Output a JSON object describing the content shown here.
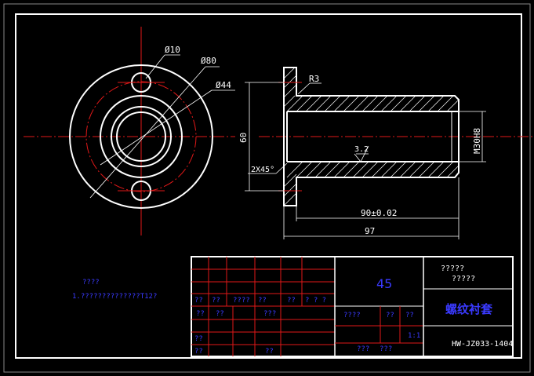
{
  "drawing": {
    "dims": {
      "hole_dia": "Ø10",
      "flange_dia": "Ø80",
      "pcd_dia": "Ø44",
      "radius": "R3",
      "height": "60",
      "thread": "M30H8",
      "chamfer": "2X45°",
      "roughness": "3.2",
      "length_tol": "90±0.02",
      "total_length": "97"
    }
  },
  "notes": {
    "title": "????",
    "body": "1.??????????????T12?"
  },
  "title_block": {
    "material": "45",
    "top_right_1": "?????",
    "top_right_2": "?????",
    "part_name": "螺纹衬套",
    "drawing_no": "HW-JZ033-1404",
    "scale": "1:1",
    "row1": [
      "??",
      "??",
      "????",
      "??",
      "? ? ?"
    ],
    "row1b": "??",
    "row2": [
      "??",
      "??",
      "???"
    ],
    "row3": "??",
    "row4": "??",
    "mid_labels": [
      "????",
      "??",
      "??"
    ],
    "bottom_labels": [
      "???",
      "???"
    ]
  }
}
